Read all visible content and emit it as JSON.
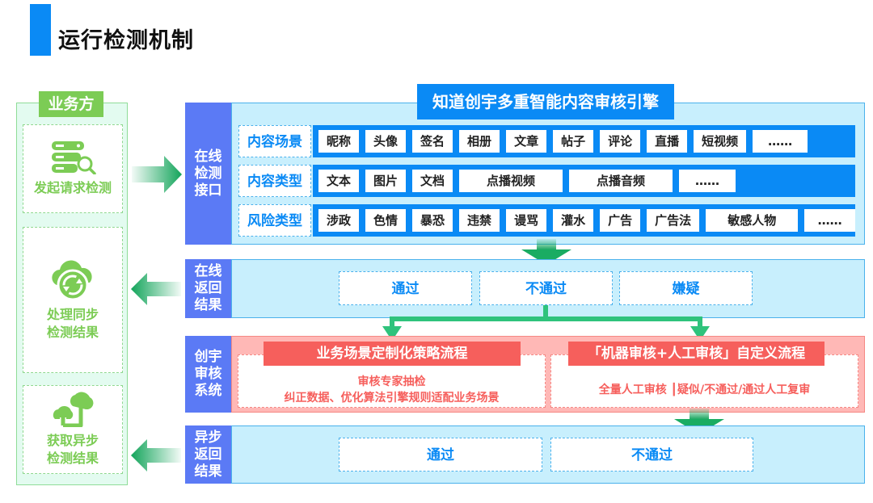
{
  "page_title": "运行检测机制",
  "business": {
    "header": "业务方",
    "cards": [
      {
        "label": "发起请求检测",
        "icon": "server-search-icon"
      },
      {
        "label": "处理同步\n检测结果",
        "icon": "cloud-sync-icon"
      },
      {
        "label": "获取异步\n检测结果",
        "icon": "cloud-upload-icon"
      }
    ]
  },
  "engine": {
    "title": "知道创宇多重智能内容审核引擎",
    "side_label": "在线检测接口",
    "rows": [
      {
        "label": "内容场景",
        "items": [
          "昵称",
          "头像",
          "签名",
          "相册",
          "文章",
          "帖子",
          "评论",
          "直播",
          "短视频",
          "……"
        ]
      },
      {
        "label": "内容类型",
        "items": [
          "文本",
          "图片",
          "文档",
          "点播视频",
          "点播音频",
          "……"
        ]
      },
      {
        "label": "风险类型",
        "items": [
          "涉政",
          "色情",
          "暴恐",
          "违禁",
          "谩骂",
          "灌水",
          "广告",
          "广告法",
          "敏感人物",
          "……"
        ]
      }
    ]
  },
  "online_result": {
    "side_label": "在线返回结果",
    "results": [
      "通过",
      "不通过",
      "嫌疑"
    ]
  },
  "review_system": {
    "side_label": "创宇审核系统",
    "flows": [
      {
        "title": "业务场景定制化策略流程",
        "line1": "审核专家抽检",
        "line2": "纠正数据、优化算法引擎规则适配业务场景"
      },
      {
        "title": "「机器审核+人工审核」自定义流程",
        "line1": "全量人工审核 ┃疑似/不通过/通过人工复审",
        "line2": ""
      }
    ]
  },
  "async_result": {
    "side_label": "异步返回结果",
    "results": [
      "通过",
      "不通过"
    ]
  },
  "colors": {
    "primary_blue": "#0a8af5",
    "label_blue": "#5b7af5",
    "green": "#7ccc55",
    "arrow_green": "#2fc37c",
    "red": "#f65f5c",
    "light_blue_bg": "#c8effd",
    "light_red_bg": "#ffb8b6"
  }
}
